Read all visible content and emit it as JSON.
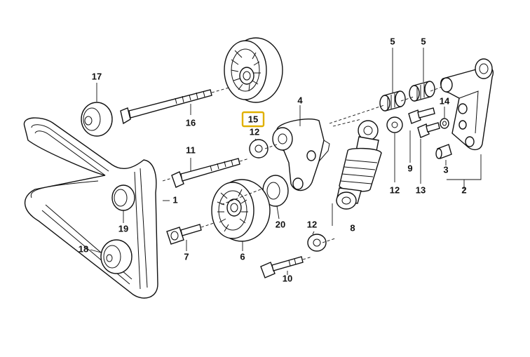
{
  "diagram": {
    "labels": {
      "p1": "1",
      "p2": "2",
      "p3": "3",
      "p4": "4",
      "p5a": "5",
      "p5b": "5",
      "p6": "6",
      "p7": "7",
      "p8": "8",
      "p9": "9",
      "p10": "10",
      "p11": "11",
      "p12a": "12",
      "p12b": "12",
      "p12c": "12",
      "p13": "13",
      "p14": "14",
      "p15": "15",
      "p16": "16",
      "p17": "17",
      "p18": "18",
      "p19": "19",
      "p20": "20"
    },
    "highlight_color": "#e0b000",
    "highlighted_part": "15"
  }
}
